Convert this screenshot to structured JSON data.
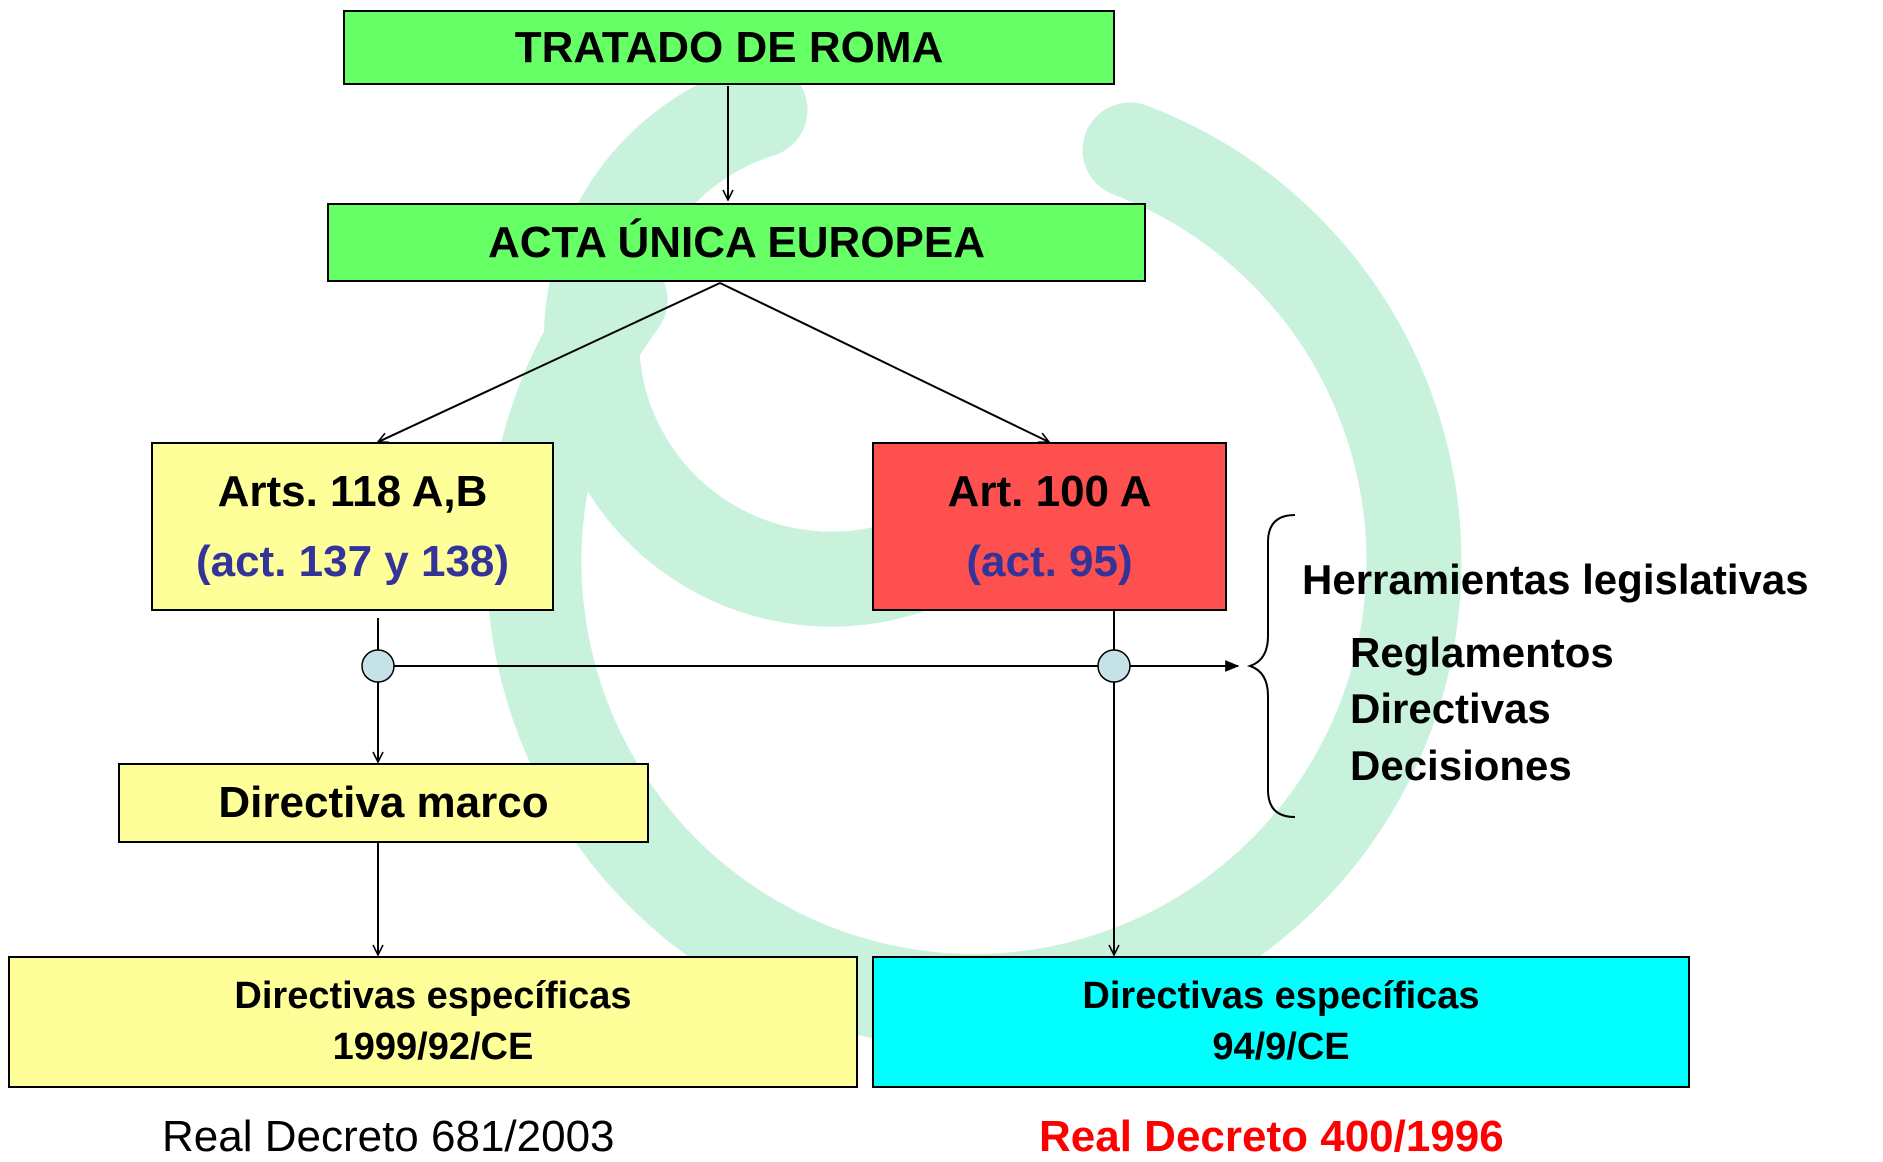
{
  "colors": {
    "green": "#66ff66",
    "yellow": "#ffff99",
    "red": "#ff5050",
    "cyan": "#00ffff",
    "node": "#c5e3e6",
    "blue_text": "#333399",
    "red_text": "#ff0000",
    "watermark": "#c8f2dc"
  },
  "boxes": {
    "tratado": {
      "label": "TRATADO DE ROMA"
    },
    "acta": {
      "label": "ACTA ÚNICA EUROPEA"
    },
    "arts118": {
      "title": "Arts. 118 A,B",
      "subtitle": "(act. 137 y 138)"
    },
    "art100": {
      "title": "Art. 100 A",
      "subtitle": "(act. 95)"
    },
    "marco": {
      "label": "Directiva marco"
    },
    "esp_left": {
      "line1": "Directivas específicas",
      "line2": "1999/92/CE"
    },
    "esp_right": {
      "line1": "Directivas específicas",
      "line2": "94/9/CE"
    }
  },
  "tools": {
    "heading": "Herramientas legislativas",
    "items": [
      "Reglamentos",
      "Directivas",
      "Decisiones"
    ]
  },
  "footer": {
    "left": "Real Decreto 681/2003",
    "right": "Real Decreto 400/1996"
  }
}
